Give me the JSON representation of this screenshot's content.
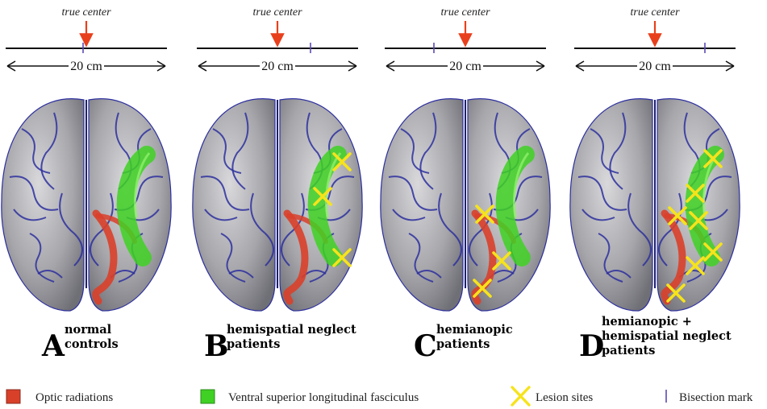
{
  "true_center_label": "true center",
  "scale_label": "20 cm",
  "colors": {
    "arrow": "#e8401c",
    "bisection": "#5b4bb3",
    "optic": "#d9402a",
    "slf": "#3fd123",
    "lesion": "#f6e31c",
    "sulci": "#2d2f9e",
    "gyri": "#a9a9ad"
  },
  "panels": [
    {
      "letter": "A",
      "lines": [
        "normal",
        "controls"
      ],
      "has_slf": true,
      "lesion_count": 0
    },
    {
      "letter": "B",
      "lines": [
        "hemispatial neglect",
        "patients"
      ],
      "has_slf": true,
      "lesion_count": 3
    },
    {
      "letter": "C",
      "lines": [
        "hemianopic",
        "patients"
      ],
      "has_slf": true,
      "lesion_count": 3
    },
    {
      "letter": "D",
      "lines": [
        "hemianopic +",
        "hemispatial neglect",
        "patients"
      ],
      "has_slf": true,
      "lesion_count": 7
    }
  ],
  "legend": [
    {
      "label": "Optic radiations",
      "icon": "red-square-icon"
    },
    {
      "label": "Ventral superior longitudinal fasciculus",
      "icon": "green-square-icon"
    },
    {
      "label": "Lesion sites",
      "icon": "yellow-x-icon"
    },
    {
      "label": "Bisection  mark",
      "icon": "bisection-tick-icon"
    }
  ]
}
